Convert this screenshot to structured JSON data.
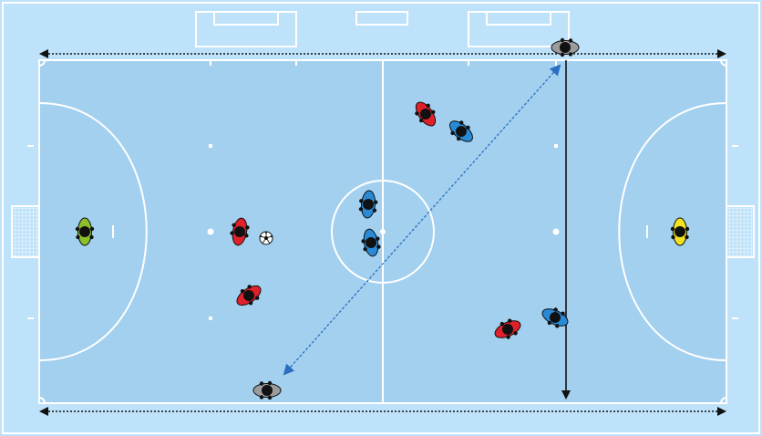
{
  "colors": {
    "outer": "#bde2f9",
    "pitch": "#a3d0ef",
    "line": "#ffffff",
    "red_team": "#e0202a",
    "blue_team": "#2a8ad6",
    "keeper_left": "#8cbf2a",
    "keeper_right": "#f4e21c",
    "coach": "#9c9c9c",
    "arrow_black": "#111111",
    "arrow_blue": "#2b6fc0"
  },
  "icons": {
    "ball": "soccer-ball-icon",
    "player": "player-topdown-icon"
  },
  "players": [
    {
      "team": "keeper_left",
      "facing": "right"
    },
    {
      "team": "red_team",
      "facing": "right"
    },
    {
      "team": "red_team",
      "facing": "right"
    },
    {
      "team": "blue_team",
      "facing": "left"
    },
    {
      "team": "blue_team",
      "facing": "left"
    },
    {
      "team": "red_team",
      "facing": "right"
    },
    {
      "team": "blue_team",
      "facing": "left"
    },
    {
      "team": "red_team",
      "facing": "right"
    },
    {
      "team": "blue_team",
      "facing": "left"
    },
    {
      "team": "keeper_right",
      "facing": "left"
    },
    {
      "team": "coach",
      "facing": "down"
    },
    {
      "team": "coach",
      "facing": "up"
    }
  ],
  "arrows": [
    {
      "kind": "double-dotted",
      "style": "dotted"
    },
    {
      "kind": "double-dotted",
      "style": "dotted"
    },
    {
      "kind": "diagonal-pass",
      "style": "dashed-blue"
    },
    {
      "kind": "vertical-run",
      "style": "solid"
    }
  ]
}
